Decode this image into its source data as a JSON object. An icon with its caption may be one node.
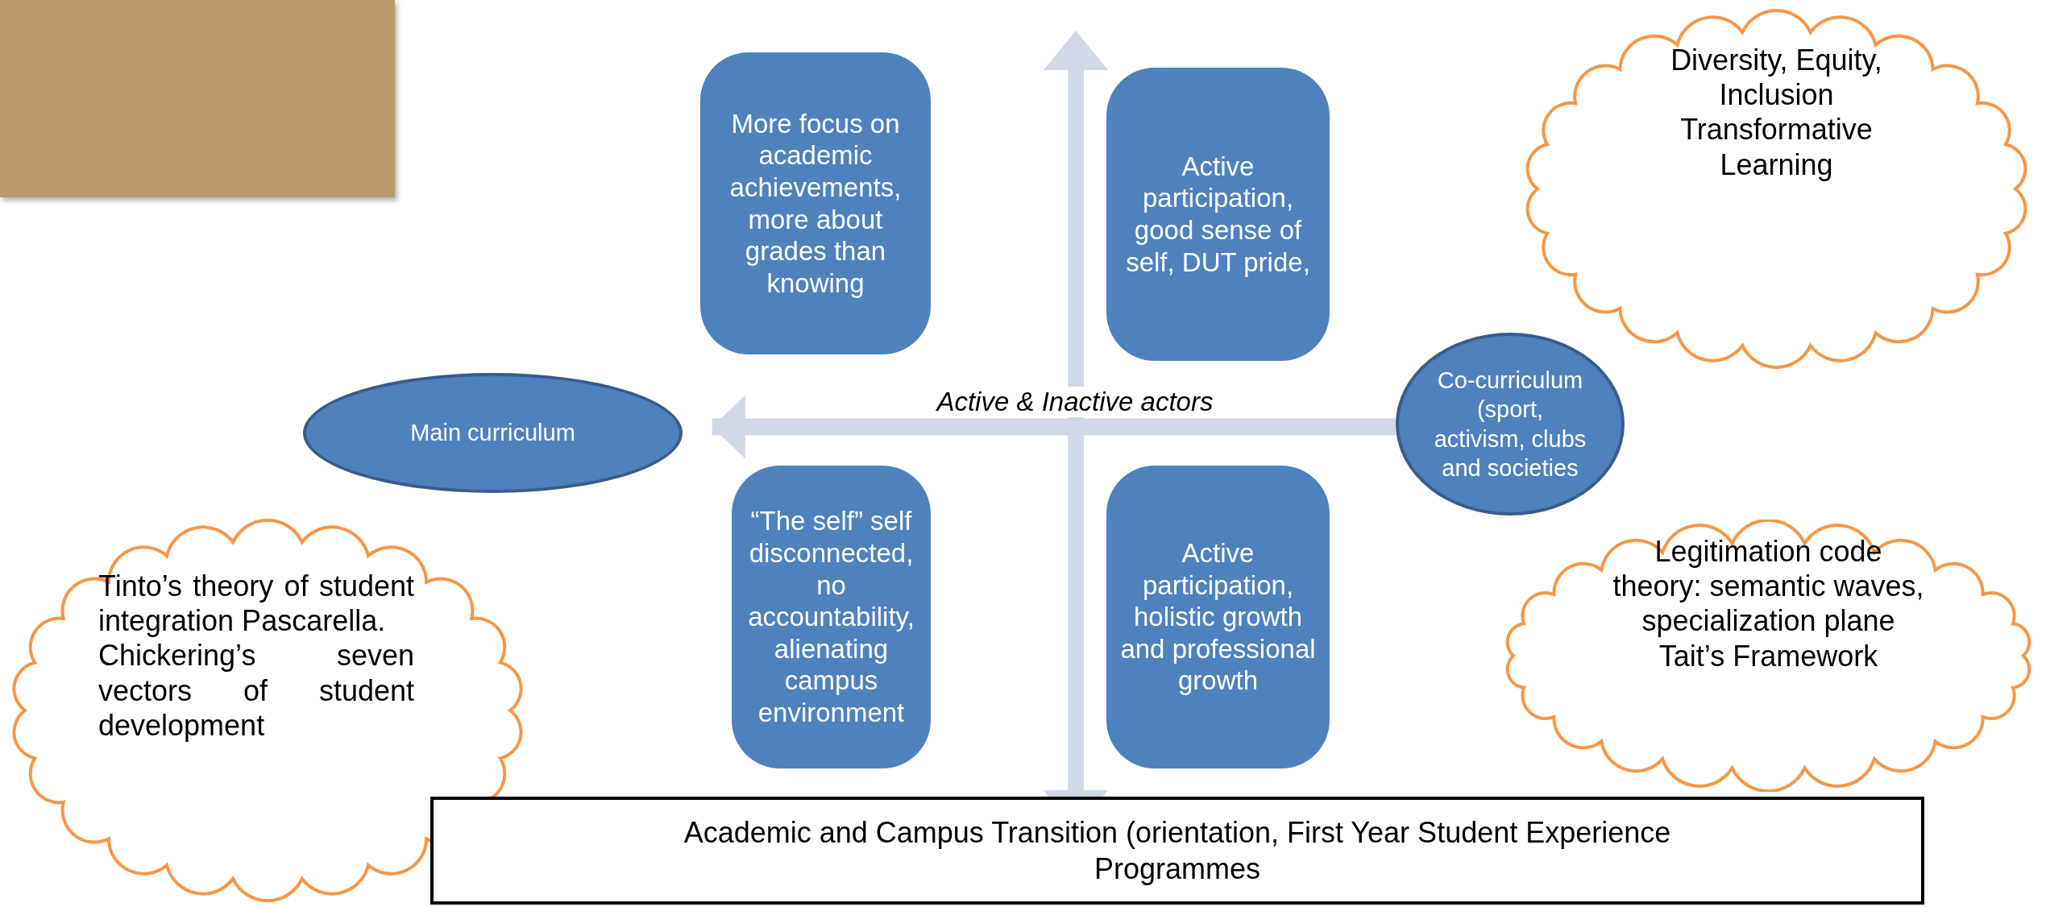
{
  "diagram": {
    "nodes": [
      {
        "text": [
          "Diversity, Equity, Inclusion",
          "Transformative Learning"
        ]
      },
      {
        "text": [
          "More focus on academic achievements, more about grades than knowing"
        ]
      },
      {
        "text": [
          "Active participation, good sense of self, DUT pride,"
        ]
      },
      {
        "text": [
          "Main curriculum"
        ]
      },
      {
        "text": [
          "Co-curriculum (sport, activism, clubs and societies"
        ]
      },
      {
        "text": [
          "“The self” self disconnected, no accountability, alienating campus environment"
        ]
      },
      {
        "text": [
          "Active participation, holistic growth and professional growth"
        ]
      },
      {
        "text": [
          "Tinto’s theory of student integration Pascarella.",
          "Chickering’s seven vectors of student development"
        ]
      },
      {
        "text": [
          "Legitimation code theory: semantic waves, specialization plane",
          "Tait’s Framework"
        ]
      },
      {
        "text": [
          "Academic and Campus Transition (orientation, First Year Student Experience Programmes"
        ]
      }
    ],
    "edges": [
      {
        "from": 4,
        "to": 3,
        "arrow": "to",
        "label": "Active & Inactive actors"
      }
    ]
  }
}
